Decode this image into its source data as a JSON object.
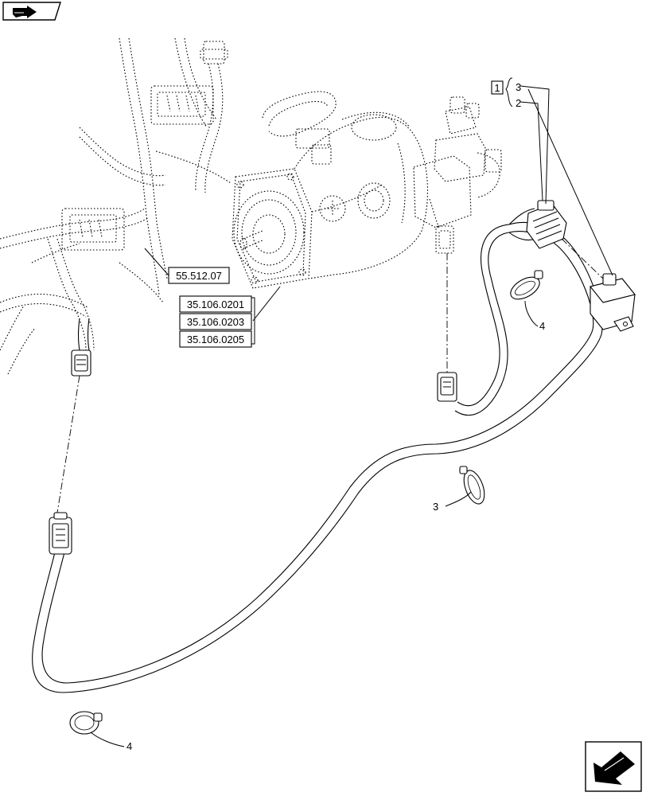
{
  "references": {
    "harness_ref": "55.512.07",
    "pump_refs": [
      "35.106.0201",
      "35.106.0203",
      "35.106.0205"
    ]
  },
  "kit": {
    "number": "1",
    "items": [
      "3",
      "2"
    ]
  },
  "callouts": {
    "clip_upper": "4",
    "clip_middle": "3",
    "clip_lower": "4"
  },
  "icons": {
    "top_left": "book-arrow-icon",
    "bottom_right": "navigate-arrow-icon"
  }
}
